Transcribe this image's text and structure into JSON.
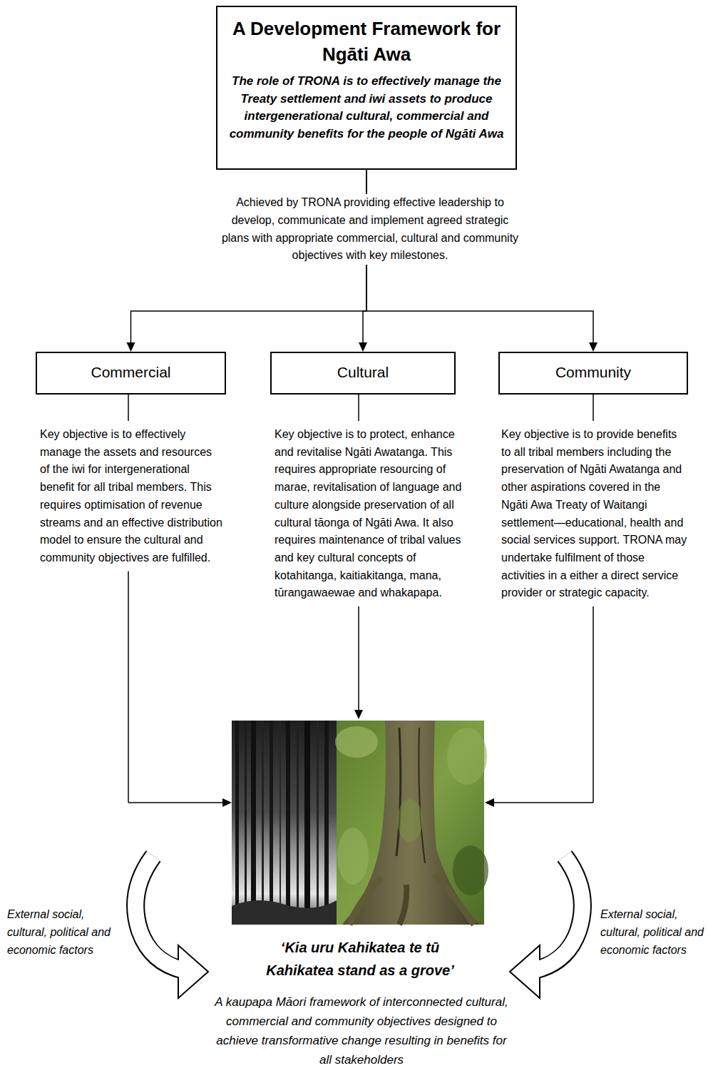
{
  "diagram": {
    "nodes": [
      {
        "text": [
          "A Development Framework for Ngāti Awa",
          "The role of TRONA is to effectively manage the Treaty settlement and iwi assets to produce intergenerational cultural, commercial and community benefits for the people of Ngāti Awa"
        ]
      },
      {
        "text": [
          "Commercial"
        ]
      },
      {
        "text": [
          "Cultural"
        ]
      },
      {
        "text": [
          "Community"
        ]
      }
    ],
    "edges": [
      {
        "from": 0,
        "to": 1,
        "arrow": "to"
      },
      {
        "from": 0,
        "to": 2,
        "arrow": "to"
      },
      {
        "from": 0,
        "to": 3,
        "arrow": "to"
      }
    ],
    "labels": [
      "Achieved by TRONA providing effective leadership to develop, communicate and implement agreed strategic plans with appropriate commercial, cultural and community objectives with key milestones.",
      "Key objective is to effectively manage the assets and resources of the iwi for intergenerational benefit for all tribal members. This requires optimisation of revenue streams and an effective distribution model to ensure the cultural and community objectives are fulfilled.",
      "Key objective is to protect, enhance and revitalise Ngāti Awatanga. This requires appropriate resourcing of marae, revitalisation of language and culture alongside preservation of all cultural tāonga of Ngāti Awa. It also requires maintenance of tribal values and key cultural concepts of kotahitanga, kaitiakitanga, mana, tūrangawaewae and whakapapa.",
      "Key objective is to provide benefits to all tribal members including the preservation of Ngāti Awatanga and other aspirations covered in the Ngāti Awa Treaty of Waitangi settlement—educational, health and social services support. TRONA may undertake fulfilment of those activities in a either a direct service provider or strategic capacity.",
      "External social, cultural, political and economic factors",
      "External social, cultural, political and economic factors",
      "‘Kia uru Kahikatea te tū",
      "Kahikatea stand as a grove’",
      "A kaupapa Māori framework of interconnected cultural, commercial and community objectives designed to achieve transformative change resulting in benefits for all stakeholders"
    ]
  }
}
